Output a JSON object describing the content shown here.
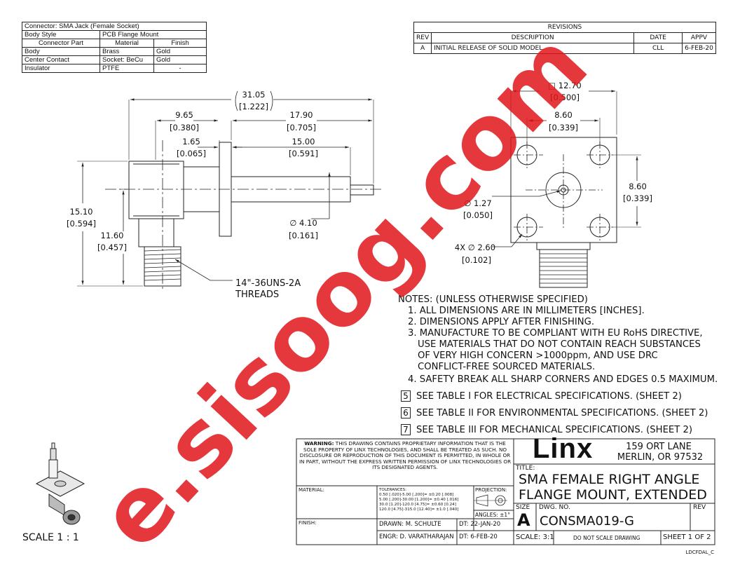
{
  "connector_table": {
    "rows": [
      {
        "c1": "Connector: SMA Jack (Female Socket)",
        "c2": "",
        "c3": ""
      },
      {
        "c1": "Body Style",
        "c2": "PCB Flange Mount",
        "c3": ""
      },
      {
        "c1": "Connector Part",
        "c2": "Material",
        "c3": "Finish"
      },
      {
        "c1": "Body",
        "c2": "Brass",
        "c3": "Gold"
      },
      {
        "c1": "Center Contact",
        "c2": "Socket: BeCu",
        "c3": "Gold"
      },
      {
        "c1": "Insulator",
        "c2": "PTFE",
        "c3": "-"
      }
    ]
  },
  "revisions": {
    "title": "REVISIONS",
    "headers": [
      "REV",
      "DESCRIPTION",
      "DATE",
      "APPV"
    ],
    "row": [
      "A",
      "INITIAL RELEASE OF SOLID MODEL.",
      "CLL",
      "6-FEB-20"
    ]
  },
  "side_view": {
    "overall": "31.05",
    "overall_in": "[1.222]",
    "d1": "9.65",
    "d1_in": "[0.380]",
    "d2": "17.90",
    "d2_in": "[0.705]",
    "d3": "1.65",
    "d3_in": "[0.065]",
    "d4": "15.00",
    "d4_in": "[0.591]",
    "h1": "15.10",
    "h1_in": "[0.594]",
    "h2": "11.60",
    "h2_in": "[0.457]",
    "dia": "∅ 4.10",
    "dia_in": "[0.161]",
    "thread1": "14\"-36UNS-2A",
    "thread2": "THREADS"
  },
  "front_view": {
    "sq": "□ 12.70",
    "sq_in": "[0.500]",
    "w": "8.60",
    "w_in": "[0.339]",
    "h": "8.60",
    "h_in": "[0.339]",
    "pin": "∅ 1.27",
    "pin_in": "[0.050]",
    "holes": "4X ∅ 2.60",
    "holes_in": "[0.102]"
  },
  "notes": {
    "header": "NOTES: (UNLESS OTHERWISE SPECIFIED)",
    "n1": "1.  ALL DIMENSIONS ARE IN MILLIMETERS [INCHES].",
    "n2": "2.  DIMENSIONS APPLY AFTER FINISHING.",
    "n3a": "3.  MANUFACTURE TO BE COMPLIANT WITH EU RoHS DIRECTIVE,",
    "n3b": "USE MATERIALS THAT DO NOT CONTAIN REACH SUBSTANCES",
    "n3c": "OF VERY HIGH CONCERN >1000ppm, AND USE DRC",
    "n3d": "CONFLICT-FREE SOURCED MATERIALS.",
    "n4": "4.  SAFETY BREAK ALL SHARP CORNERS AND EDGES 0.5 MAXIMUM.",
    "n5num": "5",
    "n5": "SEE TABLE I FOR ELECTRICAL SPECIFICATIONS. (SHEET 2)",
    "n6num": "6",
    "n6": "SEE TABLE II FOR ENVIRONMENTAL SPECIFICATIONS. (SHEET 2)",
    "n7num": "7",
    "n7": "SEE TABLE III FOR MECHANICAL SPECIFICATIONS. (SHEET 2)"
  },
  "scale_label": "SCALE 1 : 1",
  "title_block": {
    "warning_bold": "WARNING:",
    "warning": " THIS DRAWING CONTAINS PROPRIETARY INFORMATION THAT IS THE SOLE PROPERTY OF LINX TECHNOLOGIES, AND SHALL BE TREATED AS SUCH.  NO DISCLOSURE OR REPRODUCTION OF THIS DOCUMENT IS PERMITTED, IN WHOLE OR IN PART, WITHOUT THE EXPRESS WRITTEN PERMISSION OF LINX TECHNOLOGIES OR ITS DESIGNATED AGENTS.",
    "material": "MATERIAL:",
    "tolerances": "TOLERANCES:",
    "tol1": "0.50 [.020]-5.00 [.200]= ±0.20 [.008]",
    "tol2": "5.00 [.200]-30.00 [1.200]= ±0.40 [.016]",
    "tol3": "30.0 [1.20]-120.0 [4.75]= ±0.60 [0.24]",
    "tol4": "120.0 [4.75]-315.0 [12.40]= ±1.0 [.040]",
    "projection": "PROJECTION:",
    "angles": "ANGLES: ±1°",
    "finish": "FINISH:",
    "drawn": "DRAWN: M. SCHULTE",
    "drawn_dt": "DT: 22-JAN-20",
    "engr": "ENGR: D. VARATHARAJAN",
    "engr_dt": "DT: 6-FEB-20",
    "logo": "Linx",
    "addr1": "159 ORT LANE",
    "addr2": "MERLIN, OR  97532",
    "title_label": "TITLE:",
    "title1": "SMA FEMALE RIGHT ANGLE",
    "title2": "FLANGE MOUNT, EXTENDED",
    "size_label": "SIZE",
    "size": "A",
    "dwg_label": "DWG. NO.",
    "dwg": "CONSMA019-G",
    "rev_label": "REV",
    "scale": "SCALE: 3:1",
    "dont_scale": "DO NOT SCALE DRAWING",
    "sheet": "SHEET 1 OF 2"
  },
  "footer_code": "LDCFDAL_C",
  "watermark": "e.sisoog.com",
  "colors": {
    "watermark": "#e0151b",
    "line": "#222222",
    "dimension_red": "#c0392b"
  }
}
